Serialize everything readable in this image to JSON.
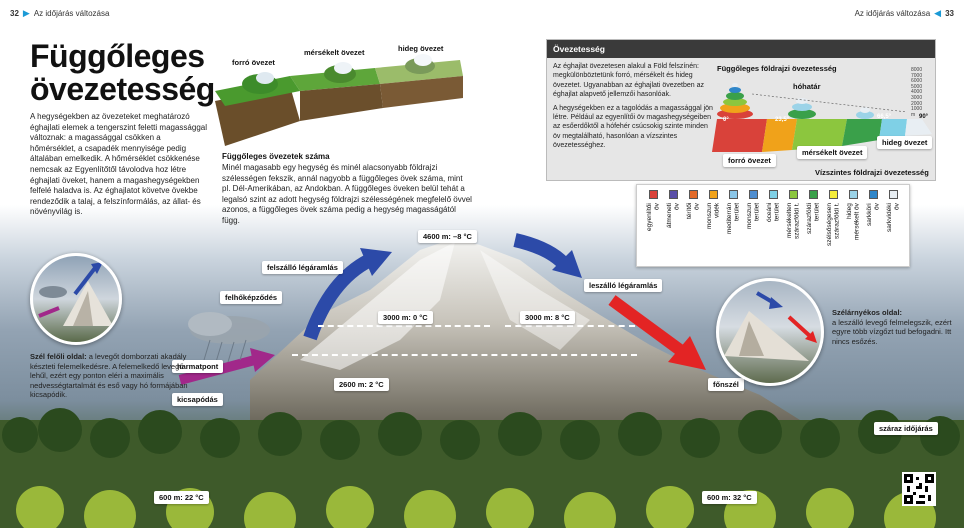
{
  "header": {
    "left_page": "32",
    "left_title": "Az időjárás változása",
    "right_title": "Az időjárás változása",
    "right_page": "33"
  },
  "title_line1": "Függőleges",
  "title_line2": "övezetesség",
  "intro": "A hegységekben az övezeteket meghatározó éghajlati elemek a tengerszint feletti magassággal változnak: a magassággal csökken a hőmérséklet, a csapadék mennyisége pedig általában emelkedik. A hőmérséklet csökkenése nemcsak az Egyenlítőtől távolodva hoz létre éghajlati öveket, hanem a magashegységekben felfelé haladva is. Az éghajlatot követve övekbe rendeződik a talaj, a felszínformálás, az állat- és növényvilág is.",
  "zones_top": {
    "hot": "forró övezet",
    "temperate": "mérsékelt övezet",
    "cold": "hideg övezet"
  },
  "zones_count": {
    "heading": "Függőleges övezetek száma",
    "text": "Minél magasabb egy hegység és minél alacsonyabb földrajzi szélességen fekszik, annál nagyobb a függőleges övek száma, mint pl. Dél-Amerikában, az Andokban. A függőleges öveken belül tehát a legalsó szint az adott hegység földrajzi szélességének megfelelő övvel azonos, a függőleges övek száma pedig a hegység magasságától függ."
  },
  "panel": {
    "heading": "Övezetesség",
    "text1": "Az éghajlat övezetesen alakul a Föld felszínén: megkülönböztetünk forró, mérsékelt és hideg övezetet. Ugyanabban az éghajlati övezetben az éghajlat alapvető jellemzői hasonlóak.",
    "text2": "A hegységekben ez a tagolódás a magassággal jön létre. Például az egyenlítői öv magashegységeiben az esőerdőktől a hófehér csúcsokig szinte minden öv megtalálható, hasonlóan a vízszintes övezetességhez.",
    "diagram_title": "Függőleges földrajzi övezetesség",
    "hohatar": "hóhatár",
    "deg0": "0°",
    "deg23": "23,5°",
    "deg66": "66,5°",
    "deg90": "90°",
    "hot": "forró övezet",
    "temperate": "mérsékelt övezet",
    "cold": "hideg övezet",
    "bottom_title": "Vízszintes földrajzi övezetesség",
    "scale": [
      "8000",
      "7000",
      "6000",
      "5000",
      "4000",
      "3000",
      "2000",
      "1000",
      "m"
    ]
  },
  "legend": [
    {
      "label": "egyenlítői\növ",
      "color": "#d9423a"
    },
    {
      "label": "átmeneti\növ",
      "color": "#5a4fa8"
    },
    {
      "label": "térítői\növ",
      "color": "#e36b2a"
    },
    {
      "label": "monszun\nvidék",
      "color": "#f0a21a"
    },
    {
      "label": "mediterrán\nterület",
      "color": "#8ac6e8"
    },
    {
      "label": "monszun\nterület",
      "color": "#4f8ed0"
    },
    {
      "label": "óceáni\nterület",
      "color": "#7fd0e6"
    },
    {
      "label": "mérsékelten\nszárazföldi t.",
      "color": "#8cc63e"
    },
    {
      "label": "szárazföldi\nterület",
      "color": "#3aa04a"
    },
    {
      "label": "szélsőségesen\nszárazföldi t.",
      "color": "#f5ec3a"
    },
    {
      "label": "hideg\nmérsékelt öv",
      "color": "#9bd3e8"
    },
    {
      "label": "sarkköri\növ",
      "color": "#2f86c9"
    },
    {
      "label": "sarkvidéki\növ",
      "color": "#e8eef3"
    }
  ],
  "mountain": {
    "peak": "4600 m: –8 °C",
    "rise": "felszálló légáramlás",
    "fall": "leszálló légáramlás",
    "cloud": "felhőképződés",
    "condense": "harmatpont",
    "rain": "kicsapódás",
    "fohn": "főnszél",
    "left3000": "3000 m: 0 °C",
    "right3000": "3000 m: 8 °C",
    "left2600": "2600 m: 2 °C",
    "base_left": "600 m: 22 °C",
    "base_right": "600 m: 32 °C",
    "dry": "száraz időjárás"
  },
  "windward": {
    "heading": "Szél felőli oldal:",
    "text": "a levegőt domborzati akadály készteti felemelkedésre. A felemelkedő levegő lehűl, ezért egy ponton eléri a maximális nedvességtartalmát és eső vagy hó formájában kicsapódik."
  },
  "leeward": {
    "heading": "Szélárnyékos oldal:",
    "text": "a leszálló levegő felmelegszik, ezért egyre több vízgőzt tud befogadni. Itt nincs esőzés."
  }
}
